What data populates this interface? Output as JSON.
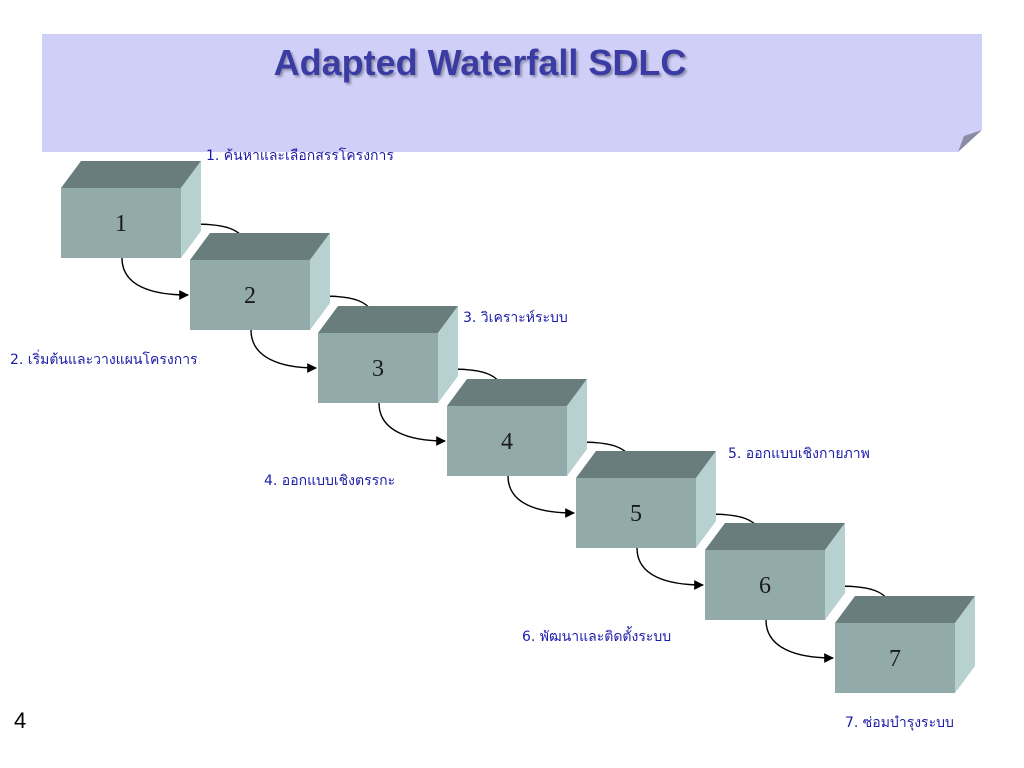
{
  "slide": {
    "title": "Adapted Waterfall SDLC",
    "page_number": "4"
  },
  "colors": {
    "banner": "#cfcff8",
    "title": "#3b3ca3",
    "label": "#1c1caa",
    "box_front": "#93aaaa",
    "box_top": "#6a7d7d",
    "box_side": "#b7d0d0"
  },
  "steps": [
    {
      "number": "1",
      "label": "1. ค้นหาและเลือกสรรโครงการ"
    },
    {
      "number": "2",
      "label": "2.  เริ่มต้นและวางแผนโครงการ"
    },
    {
      "number": "3",
      "label": "3. วิเคราะห์ระบบ"
    },
    {
      "number": "4",
      "label": "4.  ออกแบบเชิงตรรกะ"
    },
    {
      "number": "5",
      "label": "5. ออกแบบเชิงกายภาพ"
    },
    {
      "number": "6",
      "label": "6. พัฒนาและติดตั้งระบบ"
    },
    {
      "number": "7",
      "label": "7. ซ่อมบำรุงระบบ"
    }
  ]
}
